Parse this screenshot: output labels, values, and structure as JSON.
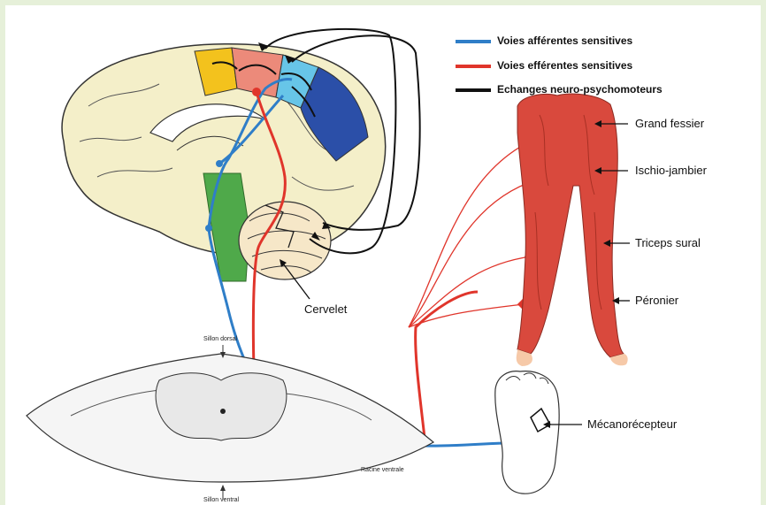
{
  "legend": {
    "items": [
      {
        "label": "Voies afférentes sensitives",
        "color": "#2f7ec8"
      },
      {
        "label": "Voies efférentes sensitives",
        "color": "#e0352b"
      },
      {
        "label": "Echanges neuro-psychomoteurs",
        "color": "#111111"
      }
    ]
  },
  "labels": {
    "cervelet": "Cervelet",
    "mecano": "Mécanorécepteur",
    "sillon_dorsal": "Sillon dorsal",
    "racine_ventrale": "Racine ventrale",
    "sillon_ventral": "Sillon ventral"
  },
  "muscles": [
    {
      "label": "Grand fessier"
    },
    {
      "label": "Ischio-jambier"
    },
    {
      "label": "Triceps sural"
    },
    {
      "label": "Péronier"
    }
  ],
  "colors": {
    "afferent": "#2f7ec8",
    "efferent": "#e0352b",
    "exchange": "#111111",
    "cortex_yellow": "#f3c21d",
    "cortex_salmon": "#ec8a7a",
    "cortex_lightblue": "#67c5e8",
    "cortex_darkblue": "#2b4fa8",
    "brainstem_green": "#4fa94a",
    "muscle_red": "#d9493d",
    "skin": "#f6c9a8"
  }
}
